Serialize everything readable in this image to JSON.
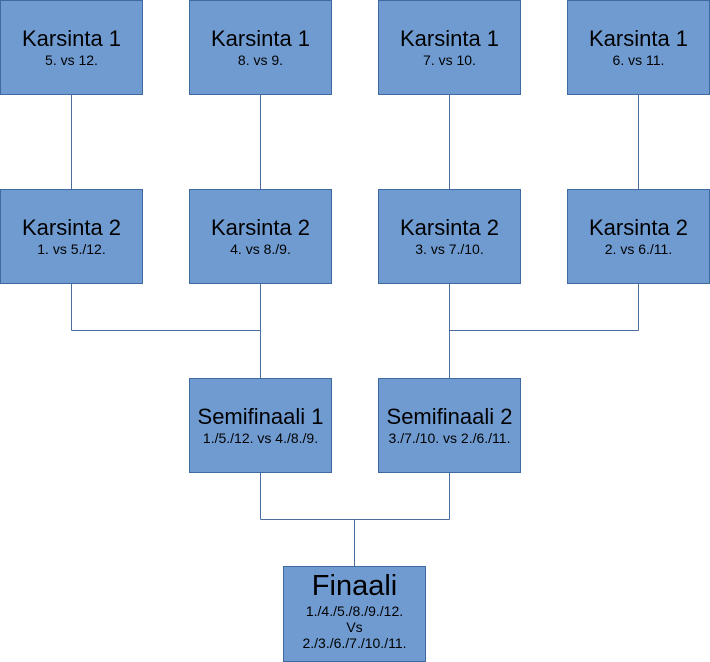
{
  "bracket": {
    "round1": [
      {
        "title": "Karsinta 1",
        "matchup": "5. vs 12."
      },
      {
        "title": "Karsinta 1",
        "matchup": "8. vs 9."
      },
      {
        "title": "Karsinta 1",
        "matchup": "7. vs 10."
      },
      {
        "title": "Karsinta 1",
        "matchup": "6. vs 11."
      }
    ],
    "round2": [
      {
        "title": "Karsinta 2",
        "matchup": "1. vs 5./12."
      },
      {
        "title": "Karsinta 2",
        "matchup": "4. vs 8./9."
      },
      {
        "title": "Karsinta 2",
        "matchup": "3. vs 7./10."
      },
      {
        "title": "Karsinta 2",
        "matchup": "2. vs 6./11."
      }
    ],
    "semifinals": [
      {
        "title": "Semifinaali 1",
        "matchup": "1./5./12. vs 4./8./9."
      },
      {
        "title": "Semifinaali 2",
        "matchup": "3./7./10. vs 2./6./11."
      }
    ],
    "final": {
      "title": "Finaali",
      "side_a": "1./4./5./8./9./12.",
      "versus": "Vs",
      "side_b": "2./3./6./7./10./11."
    }
  },
  "colors": {
    "box_fill": "#6f9bd1",
    "box_border": "#3f6aa1",
    "connector": "#4a6f9e",
    "text": "#000000"
  }
}
